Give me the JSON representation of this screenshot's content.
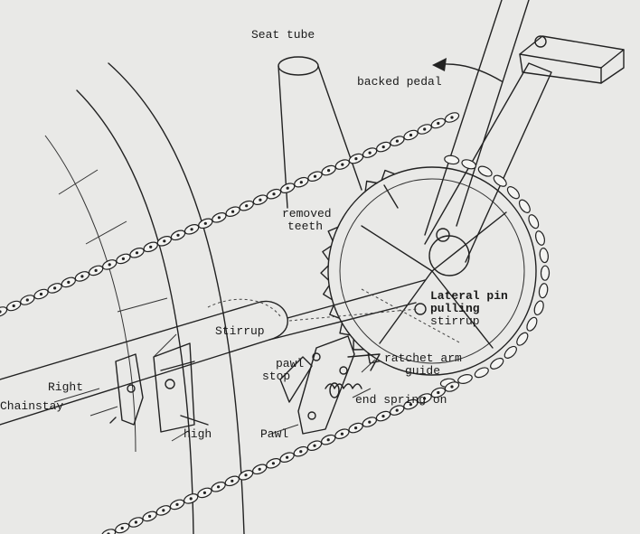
{
  "labels": {
    "seat_tube": "Seat tube",
    "backed_pedal": "backed pedal",
    "removed_teeth_1": "removed",
    "removed_teeth_2": "teeth",
    "lateral_pin_1": "Lateral pin",
    "lateral_pin_2": "pulling",
    "lateral_pin_3": "stirrup",
    "stirrup": "Stirrup",
    "pawl_stop_1": "pawl",
    "pawl_stop_2": "stop",
    "ratchet_arm_1": "ratchet arm",
    "ratchet_arm_2": "guide",
    "end_spring": "end spring on",
    "right": "Right",
    "chainstay": "Chainstay",
    "high": "high",
    "pawl": "Pawl"
  },
  "colors": {
    "paper": "#e9e9e7",
    "ink": "#222222"
  }
}
